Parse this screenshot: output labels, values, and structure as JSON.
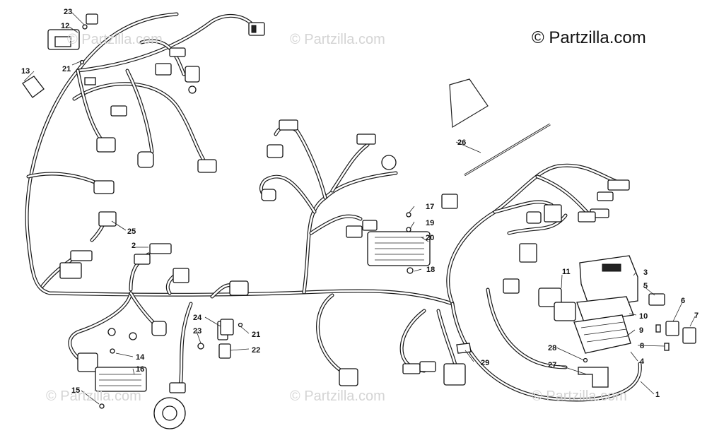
{
  "copyright": "© Partzilla.com",
  "watermarks": [
    "© Partzilla.com",
    "© Partzilla.com",
    "© Partzilla.com",
    "© Partzilla.com",
    "© Partzilla.com",
    "© Partzilla.com"
  ],
  "callouts": {
    "c1": "1",
    "c2": "2",
    "c3": "3",
    "c4": "4",
    "c5": "5",
    "c6": "6",
    "c7": "7",
    "c8": "8",
    "c9": "9",
    "c10": "10",
    "c11": "11",
    "c12": "12",
    "c13": "13",
    "c14": "14",
    "c15": "15",
    "c16": "16",
    "c17": "17",
    "c18": "18",
    "c19": "19",
    "c20": "20",
    "c21a": "21",
    "c21b": "21",
    "c22": "22",
    "c23a": "23",
    "c23b": "23",
    "c24": "24",
    "c25": "25",
    "c26": "26",
    "c27": "27",
    "c28": "28",
    "c29": "29"
  },
  "colors": {
    "line": "#1a1a1a",
    "watermark": "#d4d4d4",
    "background": "#ffffff"
  }
}
